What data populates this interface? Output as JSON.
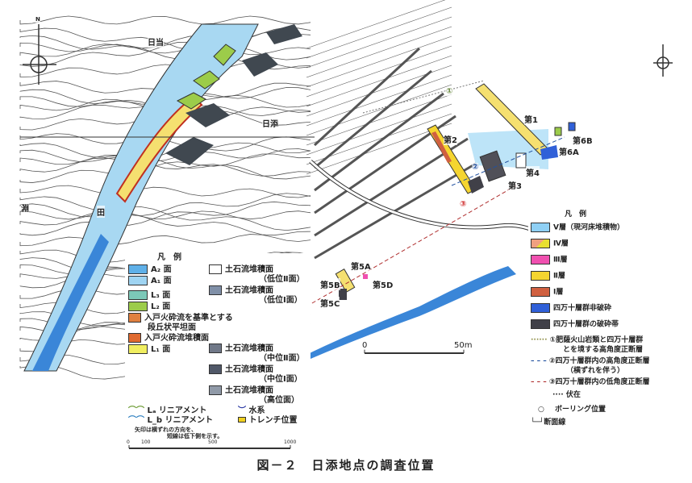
{
  "title": "図－２　日添地点の調査位置",
  "left_map": {
    "place_labels": [
      "日当",
      "日添",
      "田",
      "淵"
    ],
    "north": "N",
    "legend": {
      "heading": "凡　例",
      "items": [
        {
          "label": "A₂ 面",
          "color": "#5fb0e8"
        },
        {
          "label": "A₁ 面",
          "color": "#9fd4f2"
        },
        {
          "label": "L₃ 面",
          "color": "#7cc8b8"
        },
        {
          "label": "L₂ 面",
          "color": "#9ccc4a"
        },
        {
          "label": "入戸火砕流を基準とする",
          "label2": "段丘状平坦面",
          "color": "#e08040"
        },
        {
          "label": "入戸火砕流堆積面",
          "color": "#e06a30"
        },
        {
          "label": "L₁ 面",
          "color": "#f0ee60"
        },
        {
          "label": "土石流堆積面",
          "label2": "（低位Ⅱ面）",
          "color": "#ffffff"
        },
        {
          "label": "土石流堆積面",
          "label2": "（低位Ⅰ面）",
          "color": "#8090a8"
        },
        {
          "label": "土石流堆積面",
          "label2": "（中位Ⅱ面）",
          "color": "#707888"
        },
        {
          "label": "土石流堆積面",
          "label2": "（中位Ⅰ面）",
          "color": "#505868"
        },
        {
          "label": "土石流堆積面",
          "label2": "（高位面）",
          "color": "#909aa8"
        }
      ],
      "lineaments": [
        "Lₐ リニアメント",
        "L_b リニアメント"
      ],
      "note1": "矢印は横ずれの方向を、",
      "note2": "短線は低下側を示す。",
      "water": "水系",
      "trench": "トレンチ位置",
      "scale_ticks": [
        "0",
        "100",
        "500",
        "1000"
      ]
    }
  },
  "right_map": {
    "trenches": [
      "第1",
      "第2",
      "第3",
      "第4",
      "第6A",
      "第6B",
      "第5A",
      "第5B",
      "第5C",
      "第5D"
    ],
    "fault_marks": [
      "①",
      "②",
      "③"
    ],
    "scale": {
      "start": "0",
      "end": "50m"
    },
    "legend": {
      "heading": "凡　例",
      "items": [
        {
          "label": "Ⅴ層（現河床堆積物）",
          "color": "#8fd0f5"
        },
        {
          "label": "Ⅳ層",
          "color": "#f0a080"
        },
        {
          "label": "Ⅲ層",
          "color": "#f050b0"
        },
        {
          "label": "Ⅱ層",
          "color": "#f5d530"
        },
        {
          "label": "Ⅰ層",
          "color": "#d06040"
        },
        {
          "label": "四万十層群非破砕",
          "color": "#3060d8"
        },
        {
          "label": "四万十層群の破砕帯",
          "color": "#404048"
        }
      ],
      "faults": [
        {
          "label": "①肥薩火山岩類と四万十層群",
          "label2": "とを境する高角度正断層",
          "color": "#8a8a40"
        },
        {
          "label": "②四万十層群内の高角度正断層",
          "label2": "（横ずれを伴う）",
          "color": "#2050a0"
        },
        {
          "label": "③四万十層群内の低角度正断層",
          "color": "#b03030"
        }
      ],
      "hidden": "伏在",
      "boring": "ボーリング位置",
      "section": "断面線"
    }
  }
}
